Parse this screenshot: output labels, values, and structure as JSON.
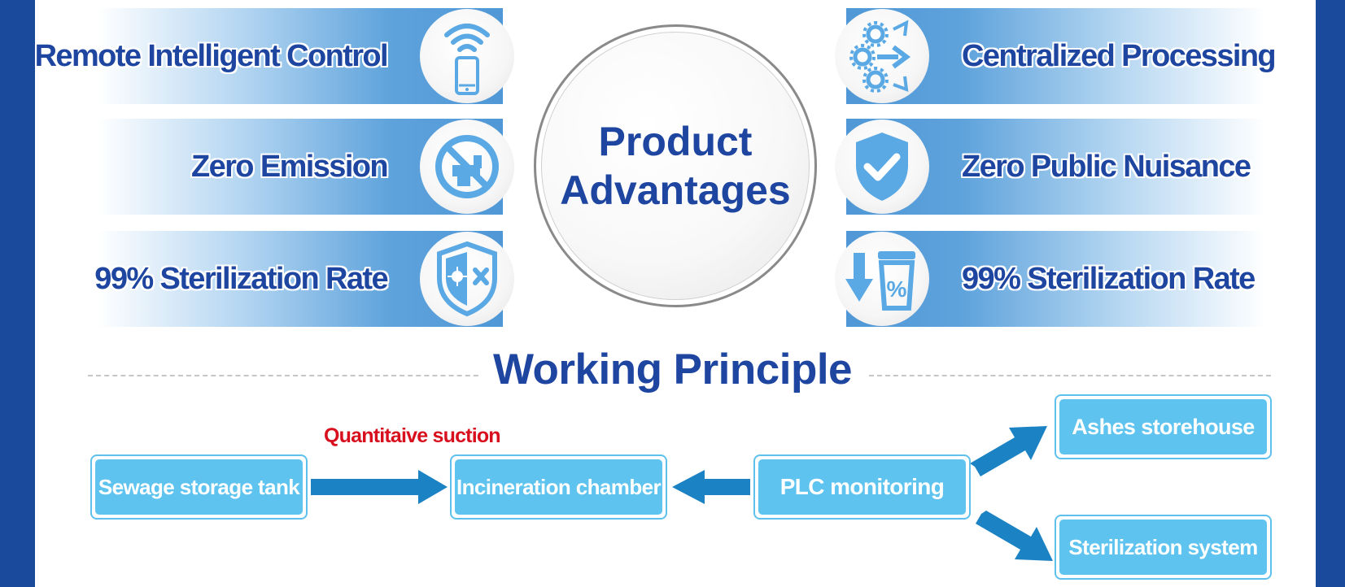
{
  "product_advantages": {
    "title_line1": "Product",
    "title_line2": "Advantages"
  },
  "features_left": [
    {
      "label": "Remote Intelligent Control",
      "icon": "remote-phone-wifi-icon"
    },
    {
      "label": "Zero Emission",
      "icon": "no-emission-toilet-icon"
    },
    {
      "label": "99% Sterilization Rate",
      "icon": "germ-shield-icon"
    }
  ],
  "features_right": [
    {
      "label": "Centralized Processing",
      "icon": "gears-arrow-icon"
    },
    {
      "label": "Zero Public Nuisance",
      "icon": "shield-check-icon"
    },
    {
      "label": "99% Sterilization Rate",
      "icon": "percent-down-bin-icon"
    }
  ],
  "working_principle": {
    "title": "Working Principle",
    "suction_label": "Quantitaive suction",
    "nodes": {
      "sewage": "Sewage storage tank",
      "incineration": "Incineration chamber",
      "plc": "PLC monitoring",
      "ashes": "Ashes storehouse",
      "sterilization": "Sterilization system"
    }
  },
  "colors": {
    "frame_blue": "#1a4a9c",
    "title_blue": "#1e46a0",
    "band_blue": "#4f97d6",
    "icon_blue": "#5aa8e4",
    "box_blue": "#5ec4ef",
    "arrow_blue": "#1b82c4",
    "suction_red": "#d8101e"
  }
}
